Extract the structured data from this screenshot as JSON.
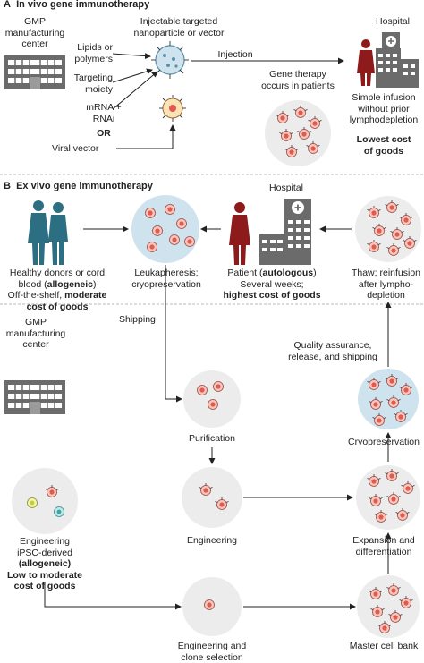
{
  "panel_a": {
    "letter": "A",
    "title": "In vivo gene immunotherapy",
    "gmp": [
      "GMP",
      "manufacturing",
      "center"
    ],
    "nanoparticle": [
      "Injectable targeted",
      "nanoparticle or vector"
    ],
    "lipids": [
      "Lipids or",
      "polymers"
    ],
    "targeting": [
      "Targeting",
      "moiety"
    ],
    "mrna": [
      "mRNA +",
      "RNAi"
    ],
    "or": "OR",
    "viral": "Viral vector",
    "injection": "Injection",
    "gene_therapy": [
      "Gene therapy",
      "occurs in patients"
    ],
    "hospital": "Hospital",
    "infusion": [
      "Simple infusion",
      "without prior",
      "lymphodepletion"
    ],
    "cost": [
      "Lowest cost",
      "of goods"
    ]
  },
  "panel_b": {
    "letter": "B",
    "title": "Ex vivo gene immunotherapy",
    "hospital": "Hospital",
    "donors": {
      "l1": "Healthy donors or cord",
      "l2a": "blood (",
      "l2b": "allogeneic",
      "l2c": ")",
      "l3a": "Off-the-shelf, ",
      "l3b": "moderate",
      "l4": "cost of goods"
    },
    "leuka": [
      "Leukapheresis;",
      "cryopreservation"
    ],
    "patient": {
      "l1a": "Patient (",
      "l1b": "autologous",
      "l1c": ")",
      "l2": "Several weeks;",
      "l3": "highest cost of goods"
    },
    "thaw": [
      "Thaw; reinfusion",
      "after lympho-",
      "depletion"
    ],
    "gmp": [
      "GMP",
      "manufacturing",
      "center"
    ],
    "shipping": "Shipping",
    "qa": [
      "Quality assurance,",
      "release, and shipping"
    ],
    "purification": "Purification",
    "cryopreservation": "Cryopreservation",
    "ipsc": {
      "l1": "Engineering",
      "l2": "iPSC-derived",
      "l3": "(allogeneic)",
      "l4": "Low to moderate",
      "l5": "cost of goods"
    },
    "engineering": "Engineering",
    "expansion": [
      "Expansion and",
      "differentiation"
    ],
    "clone": [
      "Engineering and",
      "clone selection"
    ],
    "master": "Master cell bank"
  },
  "colors": {
    "person_blue": "#2c6e82",
    "person_red": "#8e1b1b",
    "building": "#6b6b6b",
    "light_blue": "#cfe3ee",
    "light_gray": "#ececec",
    "cell": "#e8756a",
    "divider": "#b8b8b8"
  }
}
